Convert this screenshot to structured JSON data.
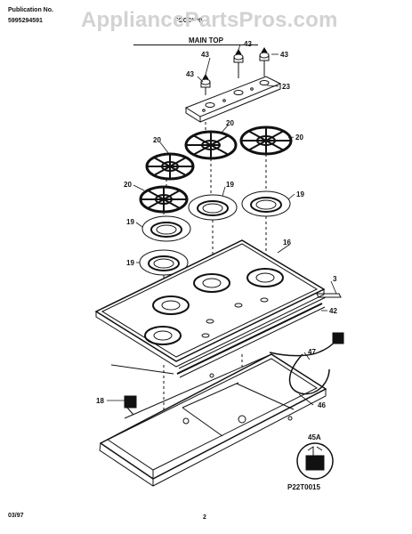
{
  "header": {
    "publication_label": "Publication No.",
    "publication_number": "5995294591",
    "model_partial": "FGG6***0"
  },
  "watermark": "AppliancePartsPros.com",
  "section_title": "MAIN TOP",
  "callouts": {
    "c43a": "43",
    "c43b": "43",
    "c43c": "43",
    "c23": "23",
    "c20a": "20",
    "c20b": "20",
    "c20c": "20",
    "c20d": "20",
    "c19a": "19",
    "c19b": "19",
    "c19c": "19",
    "c19d": "19",
    "c16": "16",
    "c3": "3",
    "c42": "42",
    "c47": "47",
    "c18": "18",
    "c46": "46",
    "c45A": "45A"
  },
  "figure_code": "P22T0015",
  "footer": {
    "date": "03/97",
    "page": "2"
  }
}
